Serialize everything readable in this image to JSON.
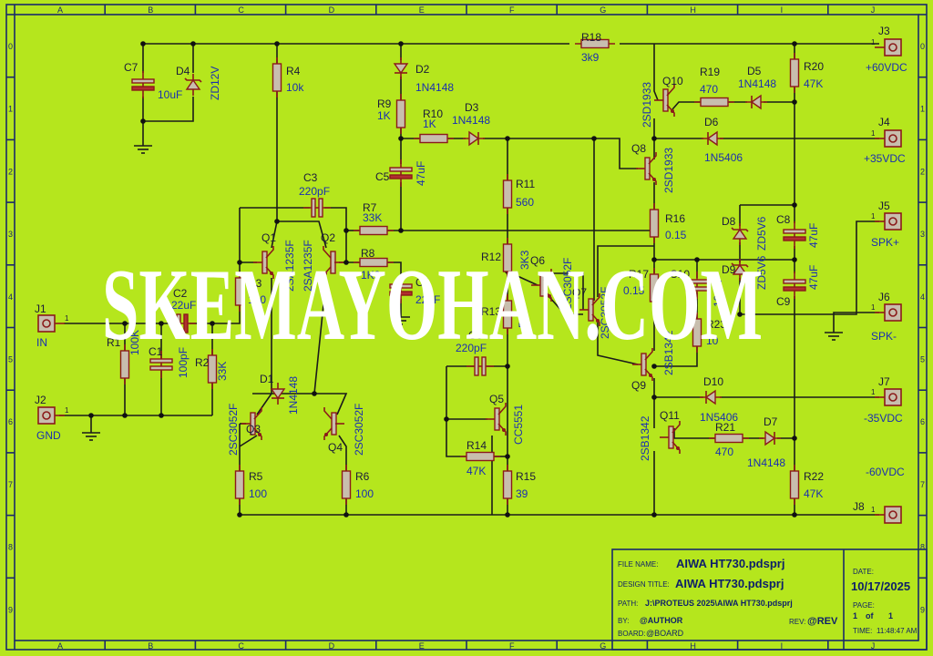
{
  "colors": {
    "background": "#b5e61d",
    "wire": "#1b1b1b",
    "component": "#8b1a1a",
    "value_text": "#1a2fb0",
    "frame": "#1a2a6a",
    "watermark": "#ffffff"
  },
  "watermark": "SKEMAYOHAN.COM",
  "frame": {
    "columns": [
      "A",
      "B",
      "C",
      "D",
      "E",
      "F",
      "G",
      "H",
      "I",
      "J"
    ],
    "rows": [
      "0",
      "1",
      "2",
      "3",
      "4",
      "5",
      "6",
      "7",
      "8",
      "9"
    ]
  },
  "title_block": {
    "file_name_label": "FILE NAME:",
    "file_name": "AIWA HT730.pdsprj",
    "design_title_label": "DESIGN TITLE:",
    "design_title": "AIWA HT730.pdsprj",
    "path_label": "PATH:",
    "path": "J:\\PROTEUS 2025\\AIWA HT730.pdsprj",
    "by_label": "BY:",
    "by": "@AUTHOR",
    "rev_label": "REV:",
    "rev": "@REV",
    "board_label": "BOARD:",
    "board": "@BOARD",
    "date_label": "DATE:",
    "date": "10/17/2025",
    "page_label": "PAGE:",
    "page": "1",
    "page_of": "of",
    "page_total": "1",
    "time_label": "TIME:",
    "time": "11:48:47 AM"
  },
  "connectors": [
    {
      "ref": "J1",
      "label": "IN",
      "pin": "1"
    },
    {
      "ref": "J2",
      "label": "GND",
      "pin": "1"
    },
    {
      "ref": "J3",
      "label": "+60VDC",
      "pin": "1"
    },
    {
      "ref": "J4",
      "label": "+35VDC",
      "pin": "1"
    },
    {
      "ref": "J5",
      "label": "SPK+",
      "pin": "1"
    },
    {
      "ref": "J6",
      "label": "SPK-",
      "pin": "1"
    },
    {
      "ref": "J7",
      "label": "-35VDC",
      "pin": "1"
    },
    {
      "ref": "J8",
      "label": "-60VDC",
      "pin": "1"
    }
  ],
  "components": [
    {
      "ref": "R1",
      "type": "resistor",
      "value": "100K"
    },
    {
      "ref": "R2",
      "type": "resistor",
      "value": "33K"
    },
    {
      "ref": "R3",
      "type": "resistor",
      "value": "100"
    },
    {
      "ref": "R4",
      "type": "resistor",
      "value": "10k"
    },
    {
      "ref": "R5",
      "type": "resistor",
      "value": "100"
    },
    {
      "ref": "R6",
      "type": "resistor",
      "value": "100"
    },
    {
      "ref": "R7",
      "type": "resistor",
      "value": "33K"
    },
    {
      "ref": "R8",
      "type": "resistor",
      "value": "1K2"
    },
    {
      "ref": "R9",
      "type": "resistor",
      "value": "1K"
    },
    {
      "ref": "R10",
      "type": "resistor",
      "value": "1K"
    },
    {
      "ref": "R11",
      "type": "resistor",
      "value": "560"
    },
    {
      "ref": "R12",
      "type": "resistor",
      "value": "3K3"
    },
    {
      "ref": "R13",
      "type": "resistor",
      "value": "5K6"
    },
    {
      "ref": "R14",
      "type": "resistor",
      "value": "47K"
    },
    {
      "ref": "R15",
      "type": "resistor",
      "value": "39"
    },
    {
      "ref": "R16",
      "type": "resistor",
      "value": "0.15"
    },
    {
      "ref": "R17",
      "type": "resistor",
      "value": "0.15"
    },
    {
      "ref": "R18",
      "type": "resistor",
      "value": "3k9"
    },
    {
      "ref": "R19",
      "type": "resistor",
      "value": "470"
    },
    {
      "ref": "R20",
      "type": "resistor",
      "value": "47K"
    },
    {
      "ref": "R21",
      "type": "resistor",
      "value": "470"
    },
    {
      "ref": "R22",
      "type": "resistor",
      "value": "47K"
    },
    {
      "ref": "R23",
      "type": "resistor",
      "value": "10"
    },
    {
      "ref": "C1",
      "type": "capacitor",
      "value": "100pF"
    },
    {
      "ref": "C2",
      "type": "electrolytic",
      "value": "22uF"
    },
    {
      "ref": "C3",
      "type": "capacitor",
      "value": "220pF"
    },
    {
      "ref": "C4",
      "type": "electrolytic",
      "value": "22uF"
    },
    {
      "ref": "C5",
      "type": "electrolytic",
      "value": "47uF"
    },
    {
      "ref": "C6",
      "type": "capacitor",
      "value": "220pF"
    },
    {
      "ref": "C7",
      "type": "electrolytic",
      "value": "10uF"
    },
    {
      "ref": "C8",
      "type": "electrolytic",
      "value": "47uF"
    },
    {
      "ref": "C9",
      "type": "electrolytic",
      "value": "47uF"
    },
    {
      "ref": "C10",
      "type": "capacitor",
      "value": "100nF"
    },
    {
      "ref": "D1",
      "type": "diode",
      "value": "1N4148"
    },
    {
      "ref": "D2",
      "type": "diode",
      "value": "1N4148"
    },
    {
      "ref": "D3",
      "type": "diode",
      "value": "1N4148"
    },
    {
      "ref": "D4",
      "type": "zener",
      "value": "ZD12V"
    },
    {
      "ref": "D5",
      "type": "diode",
      "value": "1N4148"
    },
    {
      "ref": "D6",
      "type": "diode",
      "value": "1N5406"
    },
    {
      "ref": "D7",
      "type": "diode",
      "value": "1N4148"
    },
    {
      "ref": "D8",
      "type": "zener",
      "value": "ZD5V6"
    },
    {
      "ref": "D9",
      "type": "zener",
      "value": "ZD5V6"
    },
    {
      "ref": "D10",
      "type": "diode",
      "value": "1N5406"
    },
    {
      "ref": "Q1",
      "type": "pnp",
      "value": "2SA1235F"
    },
    {
      "ref": "Q2",
      "type": "pnp",
      "value": "2SA1235F"
    },
    {
      "ref": "Q3",
      "type": "npn",
      "value": "2SC3052F"
    },
    {
      "ref": "Q4",
      "type": "npn",
      "value": "2SC3052F"
    },
    {
      "ref": "Q5",
      "type": "npn",
      "value": "CC5551"
    },
    {
      "ref": "Q6",
      "type": "npn",
      "value": "2SC3052F"
    },
    {
      "ref": "Q7",
      "type": "npn",
      "value": "2SC3052F"
    },
    {
      "ref": "Q8",
      "type": "npn",
      "value": "2SD1933"
    },
    {
      "ref": "Q9",
      "type": "pnp",
      "value": "2SB1342"
    },
    {
      "ref": "Q10",
      "type": "npn",
      "value": "2SD1933"
    },
    {
      "ref": "Q11",
      "type": "pnp",
      "value": "2SB1342"
    }
  ]
}
